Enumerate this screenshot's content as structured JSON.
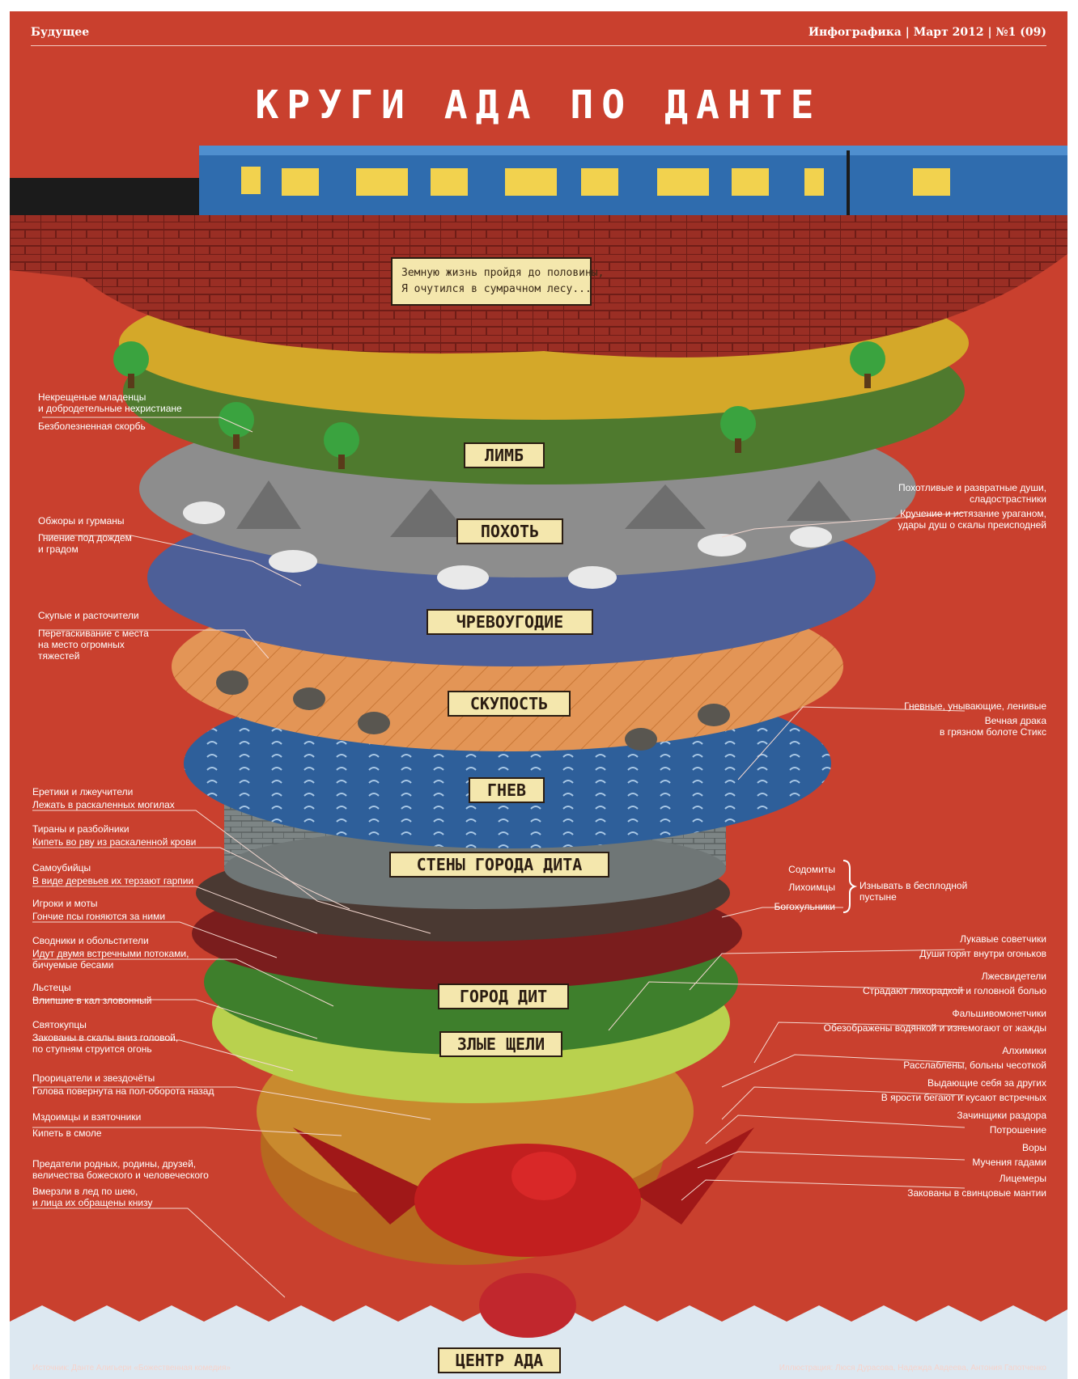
{
  "header": {
    "section": "Будущее",
    "issue": "Инфографика | Март 2012 | №1 (09)"
  },
  "title": "КРУГИ АДА ПО ДАНТЕ",
  "quote": {
    "line1": "Земную жизнь пройдя до половины,",
    "line2": "Я очутился в сумрачном лесу..."
  },
  "circles": {
    "limb": "ЛИМБ",
    "lust": "ПОХОТЬ",
    "gluttony": "ЧРЕВОУГОДИЕ",
    "greed": "СКУПОСТЬ",
    "anger": "ГНЕВ",
    "walls": "СТЕНЫ ГОРОДА  ДИТА",
    "dis": "ГОРОД ДИТ",
    "malebolge": "ЗЛЫЕ ЩЕЛИ",
    "center": "ЦЕНТР АДА"
  },
  "labels": {
    "limb_sinners_1": "Некрещеные младенцы",
    "limb_sinners_2": "и добродетельные нехристиане",
    "limb_punish": "Безболезненная скорбь",
    "lust_sinners_1": "Похотливые и развратные души,",
    "lust_sinners_2": "сладострастники",
    "lust_punish_1": "Кручение и истязание ураганом,",
    "lust_punish_2": "удары душ о скалы преисподней",
    "glut_sinners": "Обжоры и гурманы",
    "glut_punish_1": "Гниение под дождем",
    "glut_punish_2": "и градом",
    "greed_sinners": "Скупые и расточители",
    "greed_punish_1": "Перетаскивание с места",
    "greed_punish_2": "на место огромных",
    "greed_punish_3": "тяжестей",
    "anger_sinners": "Гневные, унывающие, ленивые",
    "anger_punish_1": "Вечная драка",
    "anger_punish_2": "в грязном болоте Стикс",
    "heretics": "Еретики и лжеучители",
    "heretics_punish": "Лежать в раскаленных могилах",
    "tyrants": "Тираны и разбойники",
    "tyrants_punish": "Кипеть во рву из раскаленной крови",
    "suicides": "Самоубийцы",
    "suicides_punish": "В виде деревьев их терзают гарпии",
    "gamblers": "Игроки и моты",
    "gamblers_punish": "Гончие псы гоняются за ними",
    "panders": "Сводники и обольстители",
    "panders_punish_1": "Идут двумя встречными потоками,",
    "panders_punish_2": "бичуемые бесами",
    "flatterers": "Льстецы",
    "flatterers_punish": "Влипшие в кал зловонный",
    "simony": "Святокупцы",
    "simony_punish_1": "Закованы в скалы вниз головой,",
    "simony_punish_2": "по ступням струится огонь",
    "seers": "Прорицатели и звездочёты",
    "seers_punish": "Голова повернута на пол-оборота назад",
    "bribers": "Мздоимцы и взяточники",
    "bribers_punish": "Кипеть в смоле",
    "traitors_1": "Предатели родных, родины, друзей,",
    "traitors_2": "величества божеского и человеческого",
    "traitors_punish_1": "Вмерзли в лед по шею,",
    "traitors_punish_2": "и лица их обращены книзу",
    "sodomites": "Содомиты",
    "usurers": "Лихоимцы",
    "blasphemers": "Богохульники",
    "desert_punish_1": "Изнывать в бесплодной",
    "desert_punish_2": "пустыне",
    "counselors": "Лукавые советчики",
    "counselors_punish": "Души горят внутри огоньков",
    "liars": "Лжесвидетели",
    "liars_punish": "Страдают лихорадкой и головной болью",
    "forgers": "Фальшивомонетчики",
    "forgers_punish": "Обезображены водянкой и изнемогают от жажды",
    "alchemists": "Алхимики",
    "alchemists_punish": "Расслаблены, больны чесоткой",
    "impostors": "Выдающие себя за других",
    "impostors_punish": "В ярости бегают и кусают встречных",
    "schismatics": "Зачинщики раздора",
    "schismatics_punish": "Потрошение",
    "thieves": "Воры",
    "thieves_punish": "Мучения гадами",
    "hypocrites": "Лицемеры",
    "hypocrites_punish": "Закованы в свинцовые мантии"
  },
  "footer": {
    "source": "Источник: Данте Алигьери «Божественная комедия»",
    "credits": "Иллюстрация: Люся Дурасова, Надежда Авдеева, Антония Гапотченко"
  },
  "colors": {
    "background": "#c9402e",
    "platform": "#8e2a22",
    "limb": "#4f7a2e",
    "lust": "#8d8d8d",
    "gluttony": "#4d5f98",
    "greed": "#dc8c4a",
    "anger": "#2e5f9a",
    "walls": "#6f7676",
    "plaque": "#f4e7ad",
    "train": "#2f6cae"
  }
}
